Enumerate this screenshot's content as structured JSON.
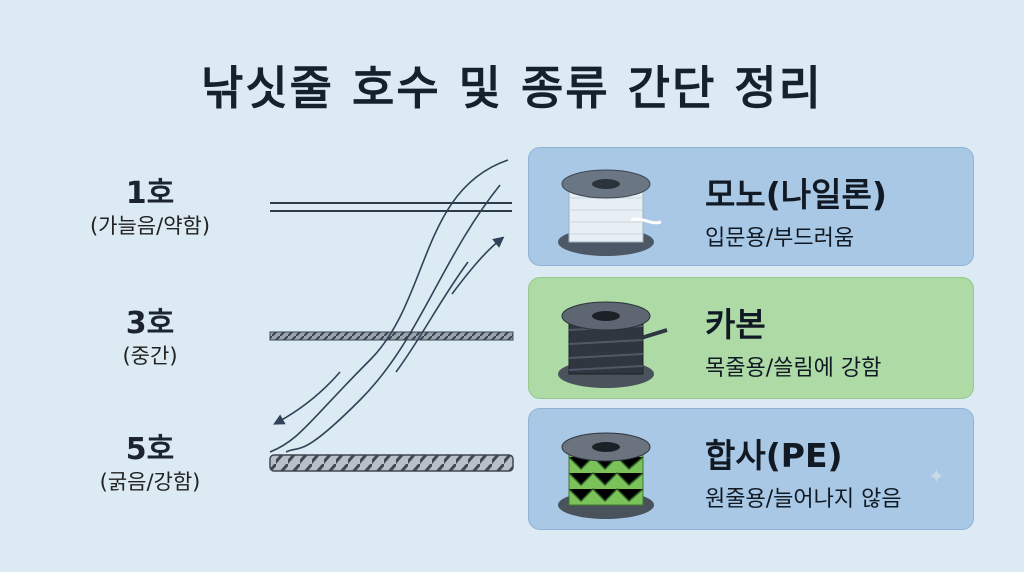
{
  "title": "낚싯줄 호수 및 종류 간단 정리",
  "sizes": [
    {
      "number": "1호",
      "desc": "(가늘음/약함)"
    },
    {
      "number": "3호",
      "desc": "(중간)"
    },
    {
      "number": "5호",
      "desc": "(굵음/강함)"
    }
  ],
  "types": [
    {
      "name": "모노(나일론)",
      "use": "입문용/부드러움",
      "spool_color": "#e8eff4",
      "card_color": "#a9c8e5"
    },
    {
      "name": "카본",
      "use": "목줄용/쓸림에 강함",
      "spool_color": "#2f3640",
      "card_color": "#aedaa6"
    },
    {
      "name": "합사(PE)",
      "use": "원줄용/늘어나지 않음",
      "spool_color": "#7bc25a",
      "card_color": "#a9c8e5"
    }
  ],
  "icons": [
    "spool-icon",
    "sparkle-icon"
  ]
}
